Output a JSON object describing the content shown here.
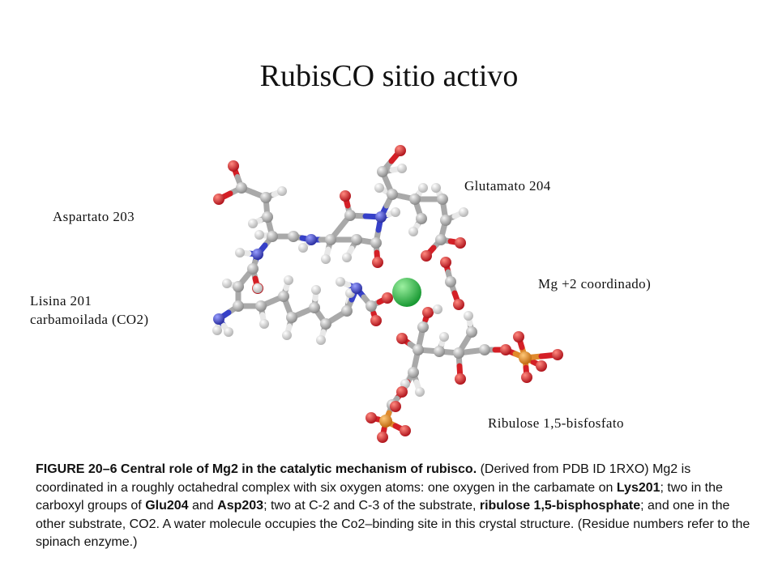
{
  "slide": {
    "title": "RubisCO sitio activo"
  },
  "labels": {
    "glutamato": "Glutamato 204",
    "aspartato": "Aspartato 203",
    "mg": "Mg +2 coordinado)",
    "lisina_1": "Lisina 201",
    "lisina_2": "carbamoilada (CO2)",
    "ribulose": "Ribulose 1,5-bisfosfato"
  },
  "caption": {
    "p1": "FIGURE 20–6 Central role of Mg2 in the catalytic mechanism of rubisco.",
    "p2": " (Derived from PDB ID 1RXO) Mg2 is coordinated in a roughly octahedral complex with six oxygen atoms: one oxygen in the carbamate on ",
    "p3": "Lys201",
    "p4": "; two in the carboxyl groups of ",
    "p5": "Glu204",
    "p6": " and ",
    "p7": "Asp203",
    "p8": "; two at C-2 and C-3 of the substrate, ",
    "p9": "ribulose 1,5-bisphosphate",
    "p10": "; and one in the other substrate, CO2. A water molecule occupies the Co2–binding site in this crystal structure. (Residue numbers refer to the spinach enzyme.)"
  },
  "colors": {
    "carbon": "#a9a9a9",
    "oxygen": "#d41f26",
    "nitrogen": "#3640c8",
    "hydrogen": "#e8e8e8",
    "phosphorus": "#e08a2c",
    "magnesium": "#2ec24a"
  }
}
